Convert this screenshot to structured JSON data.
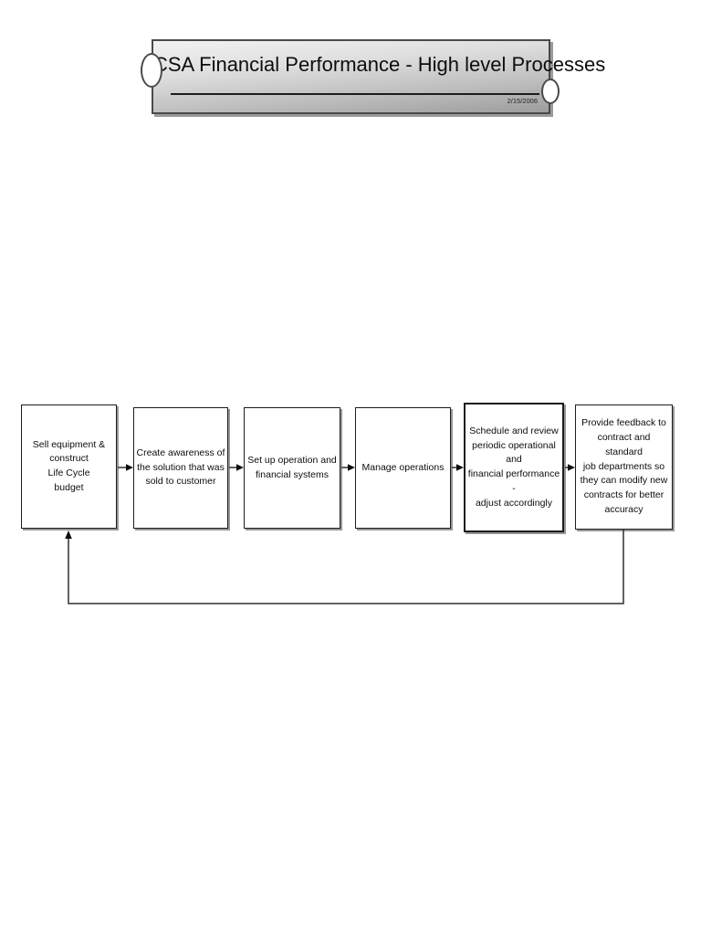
{
  "page": {
    "background_color": "#ffffff"
  },
  "banner": {
    "title": "CSA Financial Performance - High level Processes",
    "date": "2/15/2006",
    "colors": {
      "gradient_top": "#f2f2f2",
      "gradient_bottom": "#9d9d9d",
      "border": "#4a4a4a",
      "underline": "#1c1c1c"
    }
  },
  "flowchart": {
    "type": "process-flow",
    "direction": "left-to-right",
    "box_fill_color": "#ffffff",
    "box_border_color": "#1c1c1c",
    "connector_color": "#303030",
    "steps": [
      {
        "label": "Sell equipment &\nconstruct\nLife Cycle\nbudget"
      },
      {
        "label": "Create awareness of\nthe solution that was\nsold to customer"
      },
      {
        "label": "Set up operation and\nfinancial systems"
      },
      {
        "label": "Manage operations"
      },
      {
        "label": "Schedule and review\nperiodic operational and\nfinancial performance -\nadjust accordingly"
      },
      {
        "label": "Provide feedback to\ncontract and standard\njob departments so\nthey can modify new\ncontracts for better\naccuracy"
      }
    ],
    "connections": [
      {
        "from": 1,
        "to": 2,
        "kind": "forward"
      },
      {
        "from": 2,
        "to": 3,
        "kind": "forward"
      },
      {
        "from": 3,
        "to": 4,
        "kind": "forward"
      },
      {
        "from": 4,
        "to": 5,
        "kind": "forward"
      },
      {
        "from": 5,
        "to": 6,
        "kind": "forward"
      },
      {
        "from": 6,
        "to": 1,
        "kind": "feedback-loop"
      }
    ]
  }
}
